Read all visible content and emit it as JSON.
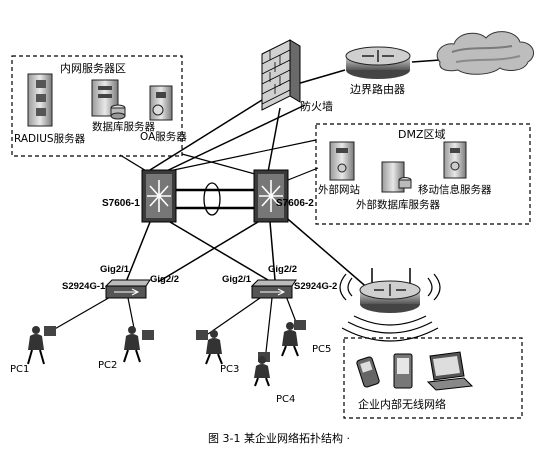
{
  "zones": {
    "internal": {
      "title": "内网服务器区"
    },
    "dmz": {
      "title": "DMZ区域"
    },
    "wireless": {
      "title": "企业内部无线网络"
    }
  },
  "servers": {
    "radius": "RADIUS服务器",
    "database": "数据库服务器",
    "oa": "OA服务器",
    "external_web": "外部网站",
    "external_db": "外部数据库服务器",
    "mobile_info": "移动信息服务器"
  },
  "devices": {
    "firewall": "防火墙",
    "border_router": "边界路由器",
    "core1": "S7606-1",
    "core2": "S7606-2",
    "access1": "S2924G-1",
    "access2": "S2924G-2"
  },
  "ports": {
    "a1_left": "Gig2/1",
    "a1_right": "Gig2/2",
    "a2_left": "Gig2/1",
    "a2_right": "Gig2/2"
  },
  "pcs": {
    "pc1": "PC1",
    "pc2": "PC2",
    "pc3": "PC3",
    "pc4": "PC4",
    "pc5": "PC5"
  },
  "caption": {
    "text": "图 3-1   某企业网络拓扑结构  ·"
  }
}
